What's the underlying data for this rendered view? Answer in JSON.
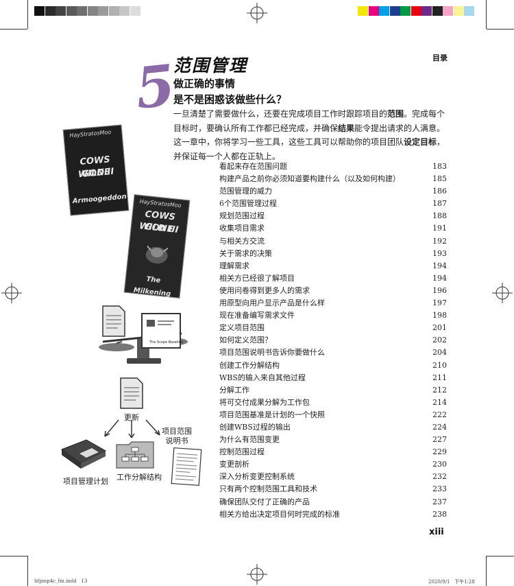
{
  "colors": {
    "gray_bar": [
      "#111111",
      "#2b2b2b",
      "#444444",
      "#5a5a5a",
      "#6f6f6f",
      "#858585",
      "#9b9b9b",
      "#b0b0b0",
      "#c6c6c6",
      "#dcdcdc"
    ],
    "color_bar": [
      "#f6e600",
      "#e4007f",
      "#00a0e9",
      "#1c3f94",
      "#009944",
      "#e60012",
      "#6d2a8a",
      "#222222",
      "#f5a3c7",
      "#fff39a",
      "#a8d8f0"
    ],
    "chapter_accent": "#8b6aa8"
  },
  "header": {
    "section": "目录"
  },
  "chapter": {
    "number": "5",
    "title": "范围管理",
    "subtitle": "做正确的事情",
    "question": "是不是困惑该做些什么？",
    "intro": {
      "p1": "一旦清楚了需要做什么，还要在完成项目工作时跟踪项目的",
      "b1": "范围",
      "p2": "。完成每个目标时，要确认所有工作都已经完成，并确保",
      "b2": "结果",
      "p3": "能令提出请求的人满意。这一章中，你将学习一些工具，这些工具可以帮助你的项目团队",
      "b3": "设定目标",
      "p4": "，并保证每一个人都在正轨上。"
    }
  },
  "books": [
    {
      "brand": "HayStratosMoo",
      "title_lines": [
        "COWS GONE",
        "WILD II",
        "Armoogeddon"
      ]
    },
    {
      "brand": "HayStratosMoo",
      "title_lines": [
        "COWS GONE",
        "WILD III",
        "The Milkening"
      ]
    }
  ],
  "scale_doc": {
    "caption": "The Scope Baseline"
  },
  "diagram": {
    "update": "更新",
    "pm_plan": "项目管理计划",
    "wbs": "工作分解结构",
    "scope_statement_1": "项目范围",
    "scope_statement_2": "说明书"
  },
  "toc": [
    {
      "title": "看起来存在范围问题",
      "page": "183"
    },
    {
      "title": "构建产品之前你必须知道要构建什么（以及如何构建）",
      "page": "185"
    },
    {
      "title": "范围管理的威力",
      "page": "186"
    },
    {
      "title": "6个范围管理过程",
      "page": "187"
    },
    {
      "title": "规划范围过程",
      "page": "188"
    },
    {
      "title": "收集项目需求",
      "page": "191"
    },
    {
      "title": "与相关方交流",
      "page": "192"
    },
    {
      "title": "关于需求的决策",
      "page": "193"
    },
    {
      "title": "理解需求",
      "page": "194"
    },
    {
      "title": "相关方已经很了解项目",
      "page": "194"
    },
    {
      "title": "使用问卷得到更多人的需求",
      "page": "196"
    },
    {
      "title": "用原型向用户显示产品是什么样",
      "page": "197"
    },
    {
      "title": "现在准备编写需求文件",
      "page": "198"
    },
    {
      "title": "定义项目范围",
      "page": "201"
    },
    {
      "title": "如何定义范围？",
      "page": "202"
    },
    {
      "title": "项目范围说明书告诉你要做什么",
      "page": "204"
    },
    {
      "title": "创建工作分解结构",
      "page": "210"
    },
    {
      "title": "WBS的输入来自其他过程",
      "page": "211"
    },
    {
      "title": "分解工作",
      "page": "212"
    },
    {
      "title": "将可交付成果分解为工作包",
      "page": "214"
    },
    {
      "title": "项目范围基准是计划的一个快照",
      "page": "222"
    },
    {
      "title": "创建WBS过程的输出",
      "page": "224"
    },
    {
      "title": "为什么有范围变更",
      "page": "227"
    },
    {
      "title": "控制范围过程",
      "page": "229"
    },
    {
      "title": "变更剖析",
      "page": "230"
    },
    {
      "title": "深入分析变更控制系统",
      "page": "232"
    },
    {
      "title": "只有两个控制范围工具和技术",
      "page": "233"
    },
    {
      "title": "确保团队交付了正确的产品",
      "page": "237"
    },
    {
      "title": "相关方给出决定项目何时完成的标准",
      "page": "238"
    }
  ],
  "footer": {
    "page_number": "xiii",
    "file": "hfpmp4c_fm.indd   13",
    "timestamp": "2020/9/1   下午1:28"
  }
}
